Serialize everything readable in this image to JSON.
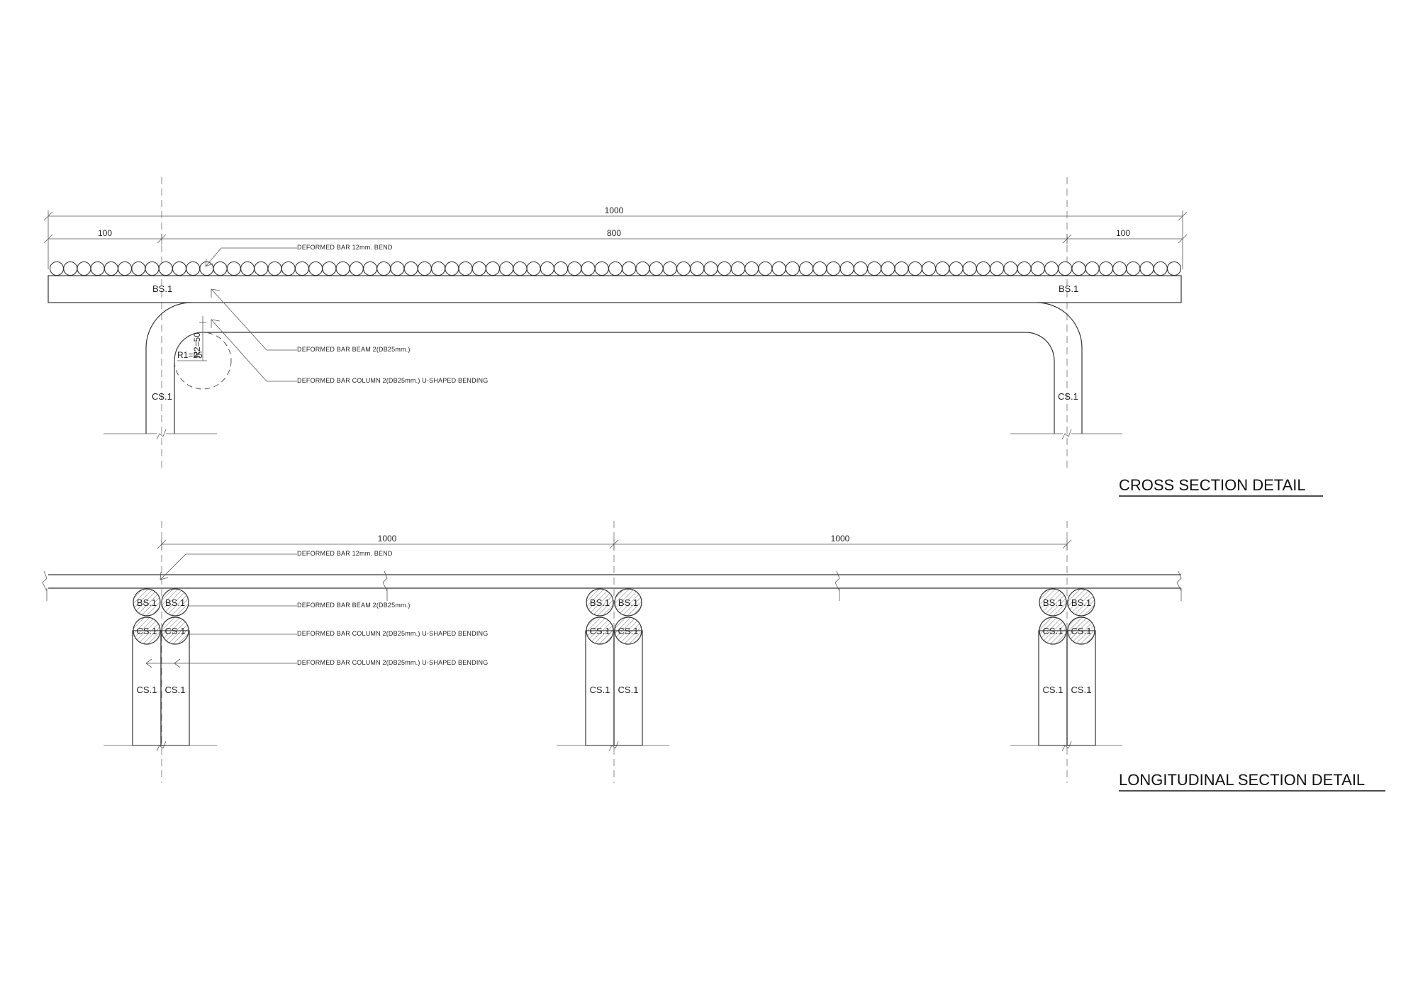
{
  "cross_section": {
    "title": "CROSS SECTION DETAIL",
    "dim_total": "1000",
    "dim_left": "100",
    "dim_middle": "800",
    "dim_right": "100",
    "label_beam_left": "BS.1",
    "label_beam_right": "BS.1",
    "label_column_left": "CS.1",
    "label_column_right": "CS.1",
    "radius_r1": "R1=25",
    "radius_r2": "R2=50",
    "note_bend": "DEFORMED BAR 12mm. BEND",
    "note_beam": "DEFORMED BAR BEAM 2(DB25mm.)",
    "note_column": "DEFORMED BAR COLUMN 2(DB25mm.) U-SHAPED BENDING"
  },
  "longitudinal_section": {
    "title": "LONGITUDINAL SECTION DETAIL",
    "dim_span_1": "1000",
    "dim_span_2": "1000",
    "note_bend": "DEFORMED BAR 12mm. BEND",
    "note_beam": "DEFORMED BAR BEAM 2(DB25mm.)",
    "note_column_1": "DEFORMED BAR COLUMN 2(DB25mm.) U-SHAPED BENDING",
    "note_column_2": "DEFORMED BAR COLUMN 2(DB25mm.) U-SHAPED BENDING",
    "bar_label_beam": "BS.1",
    "bar_label_column": "CS.1"
  }
}
